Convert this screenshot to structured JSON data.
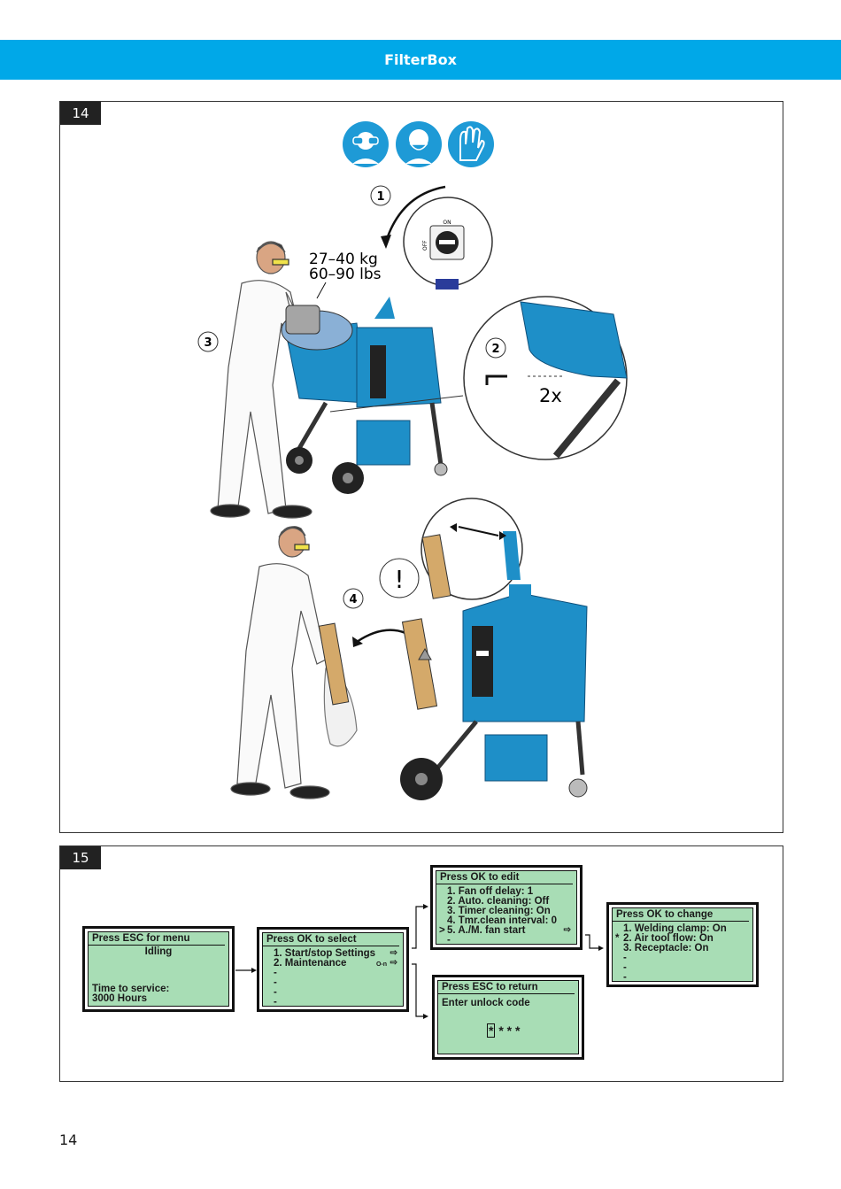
{
  "header": {
    "title": "FilterBox"
  },
  "step14": {
    "number": "14",
    "callouts": [
      "1",
      "2",
      "3",
      "4"
    ],
    "weight_kg": "27–40 kg",
    "weight_lbs": "60–90 lbs",
    "switch_on": "ON",
    "switch_off": "OFF",
    "screws": "2x",
    "warning": "!",
    "ppe_icons": [
      "safety-glasses-icon",
      "dust-mask-icon",
      "gloves-icon"
    ],
    "colors": {
      "machine": "#1e8fc8",
      "ppe": "#1e9ad6",
      "filter": "#d4a96a"
    }
  },
  "step15": {
    "number": "15",
    "screen1": {
      "title": "Press ESC for menu",
      "status": "Idling",
      "line1": "Time to service:",
      "line2": "3000 Hours"
    },
    "screen2": {
      "title": "Press OK to select",
      "items": [
        "1. Start/stop Settings",
        "2. Maintenance",
        "-",
        "-",
        "-",
        "-"
      ]
    },
    "screen3": {
      "title": "Press OK to edit",
      "items": [
        "1. Fan off delay: 1",
        "2. Auto. cleaning: Off",
        "3. Timer cleaning: On",
        "4. Tmr.clean interval: 0",
        "5. A./M. fan start",
        "-"
      ],
      "cursor": ">"
    },
    "screen4": {
      "title": "Press ESC to return",
      "prompt": "Enter unlock code",
      "code": "* * *",
      "code_first": "*"
    },
    "screen5": {
      "title": "Press OK to change",
      "items": [
        "1. Welding clamp: On",
        "2. Air tool flow: On",
        "3. Receptacle: On",
        "-",
        "-",
        "-"
      ],
      "marker": "*"
    },
    "lcd_color": "#a8ddb5"
  },
  "page": {
    "number": "14"
  }
}
